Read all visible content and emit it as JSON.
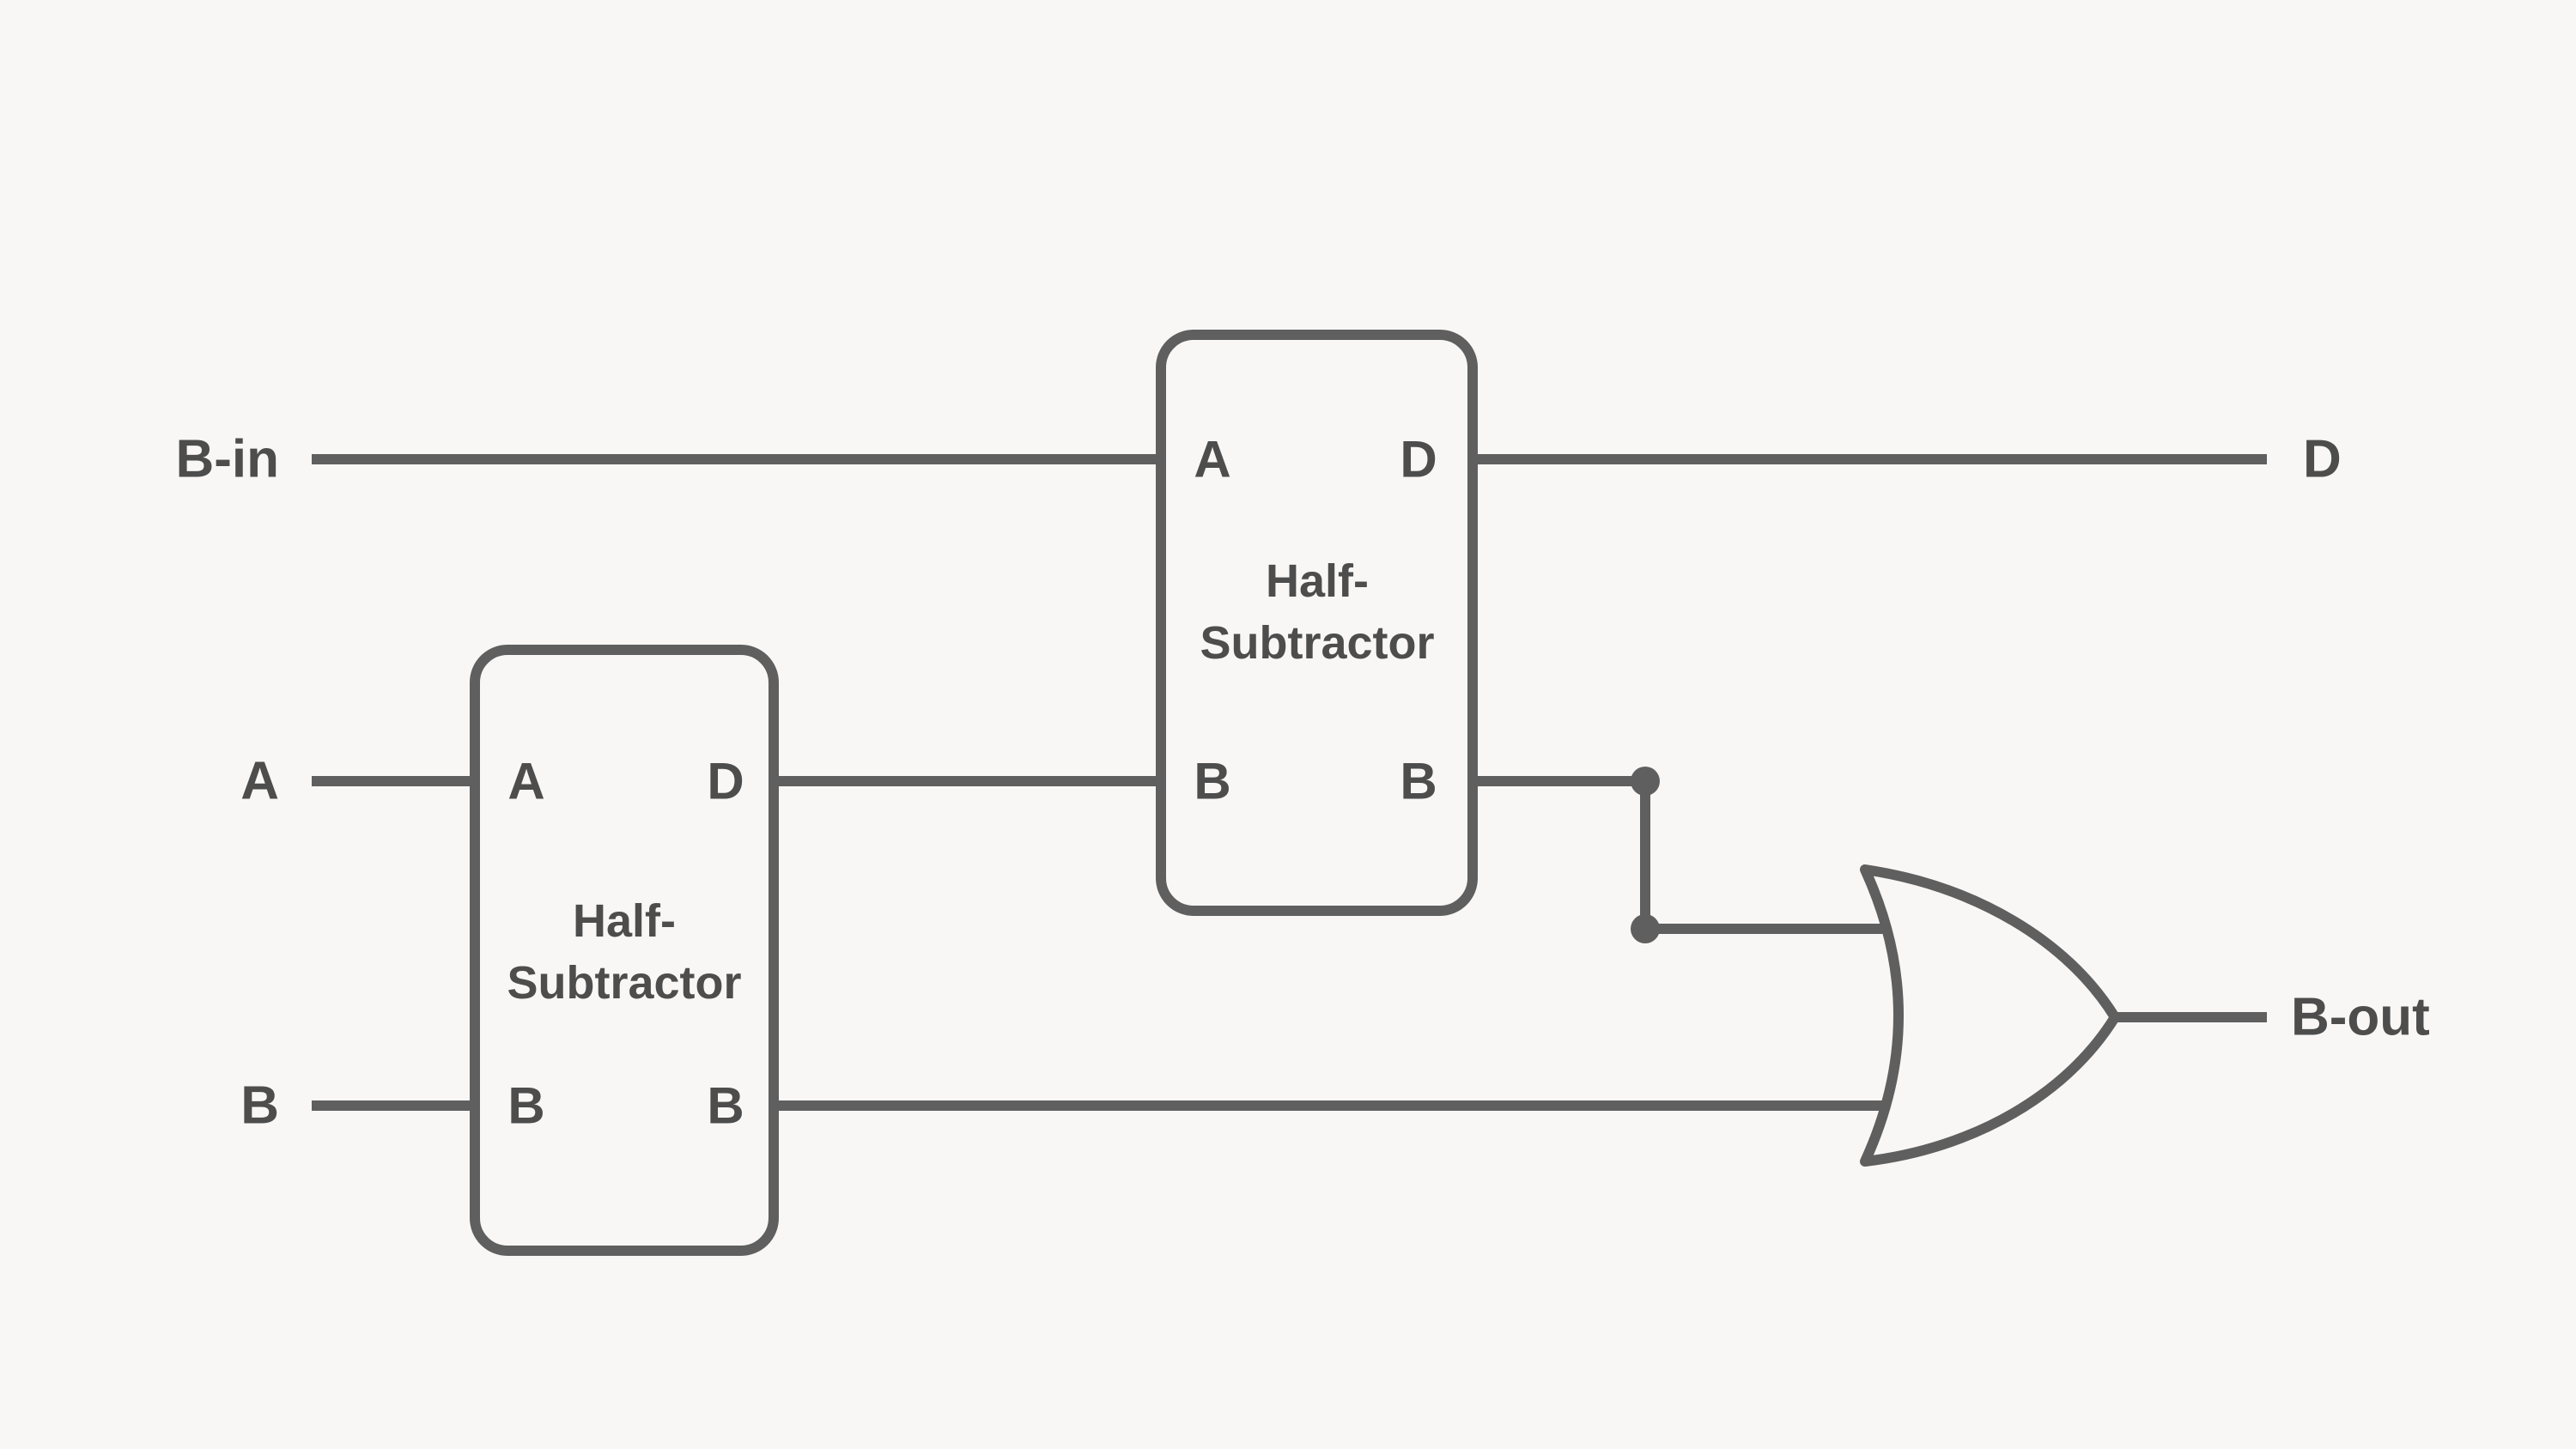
{
  "colors": {
    "background": "#f8f7f5",
    "line": "#5f5f5f",
    "text": "#4d4d4d"
  },
  "diagram": {
    "kind": "logic-circuit",
    "labels": {
      "input_b_in": "B-in",
      "input_a": "A",
      "input_b": "B",
      "output_d": "D",
      "output_b_out": "B-out"
    },
    "half_subtractor_1": {
      "title_line_1": "Half-",
      "title_line_2": "Subtractor",
      "port_in_top": "A",
      "port_in_bottom": "B",
      "port_out_top": "D",
      "port_out_bottom": "B"
    },
    "half_subtractor_2": {
      "title_line_1": "Half-",
      "title_line_2": "Subtractor",
      "port_in_top": "A",
      "port_in_bottom": "B",
      "port_out_top": "D",
      "port_out_bottom": "B"
    },
    "or_gate": {
      "shape": "or-gate-icon"
    }
  }
}
